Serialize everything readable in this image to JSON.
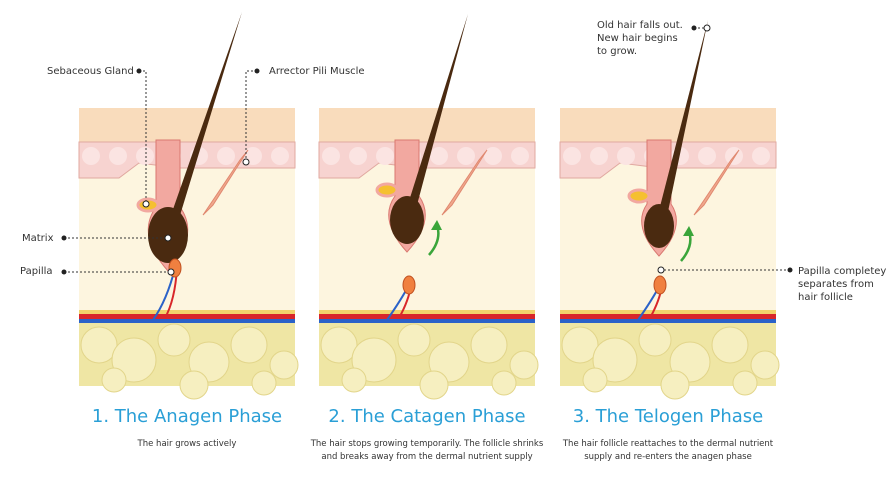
{
  "labels": {
    "sebaceous_gland": "Sebaceous Gland",
    "arrector_pili": "Arrector Pili Muscle",
    "matrix": "Matrix",
    "papilla": "Papilla",
    "old_hair_line1": "Old hair falls out.",
    "old_hair_line2": "New hair begins",
    "old_hair_line3": "to grow.",
    "papilla_sep_line1": "Papilla completey",
    "papilla_sep_line2": "separates from",
    "papilla_sep_line3": "hair follicle"
  },
  "phases": [
    {
      "title": "1. The Anagen Phase",
      "desc_line1": "The hair grows actively",
      "desc_line2": ""
    },
    {
      "title": "2. The Catagen Phase",
      "desc_line1": "The hair stops growing temporarily. The follicle shrinks",
      "desc_line2": "and breaks away from the dermal nutrient supply"
    },
    {
      "title": "3. The Telogen Phase",
      "desc_line1": "The hair follicle reattaches to the dermal nutrient",
      "desc_line2": "supply and re-enters the anagen phase"
    }
  ],
  "colors": {
    "title": "#2a9fd6",
    "epidermis": "#f9dcbc",
    "dermis": "#f7d3d0",
    "cream": "#fdf5df",
    "fat": "#efe6a4",
    "hair": "#4a2a10",
    "follicle": "#f2a8a0",
    "arrow": "#3aa53a"
  }
}
